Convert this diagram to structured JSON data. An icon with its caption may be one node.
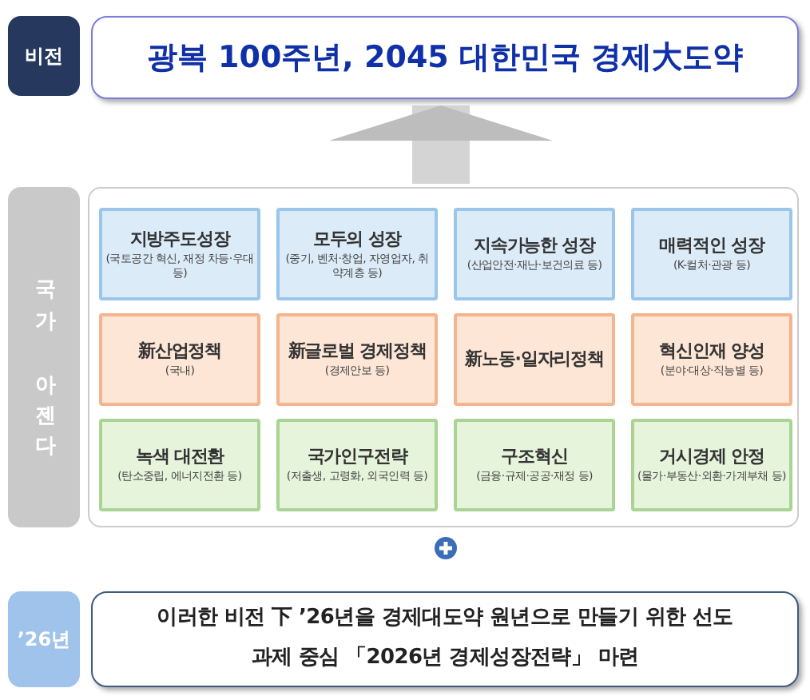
{
  "diagram": {
    "nodes": [
      {
        "text": [
          "비전"
        ]
      },
      {
        "text": [
          "광복 100주년, 2045 대한민국 경제大도약"
        ]
      },
      {
        "text": [
          "국가 아젠다"
        ]
      },
      {
        "text": [],
        "shape": "box"
      },
      {
        "text": [
          "지방주도성장",
          "(국토공간 혁신, 재정 차등·우대 등)"
        ],
        "in": 3
      },
      {
        "text": [
          "모두의 성장",
          "(중기, 벤처·창업, 자영업자, 취약계층 등)"
        ],
        "in": 3
      },
      {
        "text": [
          "지속가능한 성장",
          "(산업안전·재난·보건의료 등)"
        ],
        "in": 3
      },
      {
        "text": [
          "매력적인 성장",
          "(K-컬처·관광 등)"
        ],
        "in": 3
      },
      {
        "text": [
          "新산업정책",
          "(국내)"
        ],
        "in": 3
      },
      {
        "text": [
          "新글로벌 경제정책",
          "(경제안보 등)"
        ],
        "in": 3
      },
      {
        "text": [
          "新노동·일자리정책"
        ],
        "in": 3
      },
      {
        "text": [
          "혁신인재 양성",
          "(분야·대상·직능별 등)"
        ],
        "in": 3
      },
      {
        "text": [
          "녹색 대전환",
          "(탄소중립, 에너지전환 등)"
        ],
        "in": 3
      },
      {
        "text": [
          "국가인구전략",
          "(저출생, 고령화, 외국인력 등)"
        ],
        "in": 3
      },
      {
        "text": [
          "구조혁신",
          "(금융·규제·공공·재정 등)"
        ],
        "in": 3
      },
      {
        "text": [
          "거시경제 안정",
          "(물가·부동산·외환·가계부채 등)"
        ],
        "in": 3
      },
      {
        "text": [],
        "shape": "circle"
      },
      {
        "text": [
          "’26년"
        ]
      },
      {
        "text": [
          "이러한 비전 下 **’26년**을 **경제대도약 원년**으로 만들기 위한 선도과제 중심 「**2026년 경제성장전략**」 마련"
        ]
      }
    ],
    "edges": [
      {
        "from": 3,
        "to": 1,
        "arrow": "to"
      }
    ]
  }
}
